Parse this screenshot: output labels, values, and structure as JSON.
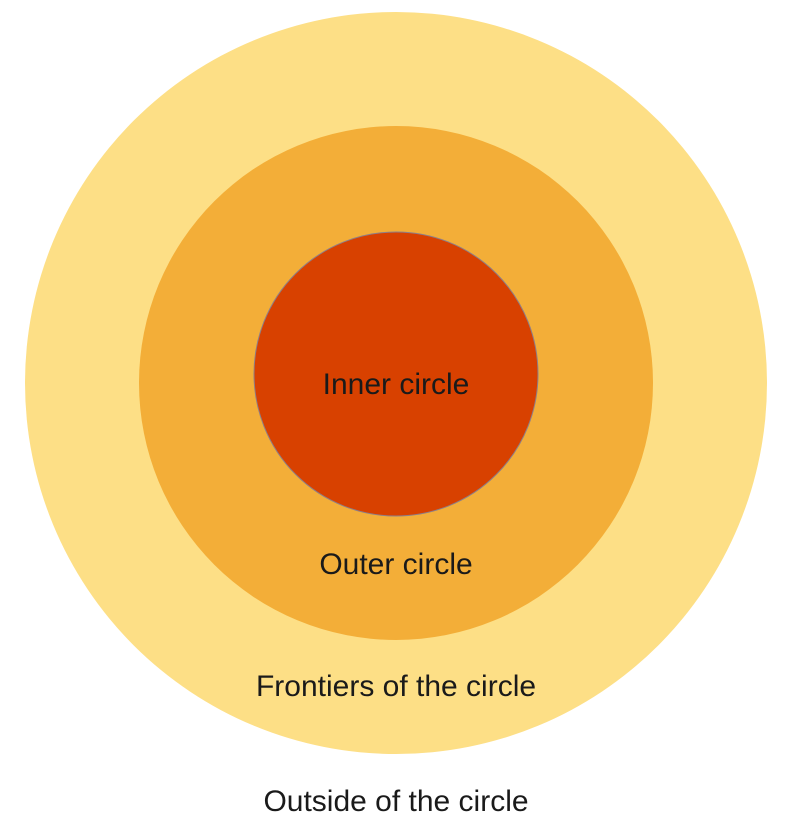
{
  "diagram": {
    "rings": {
      "frontiers": {
        "label": "Frontiers of the circle",
        "color": "#FDDF86"
      },
      "outer": {
        "label": "Outer circle",
        "color": "#F3AE38"
      },
      "inner": {
        "label": "Inner circle",
        "color": "#D84100"
      }
    },
    "outside_label": "Outside of the circle"
  }
}
